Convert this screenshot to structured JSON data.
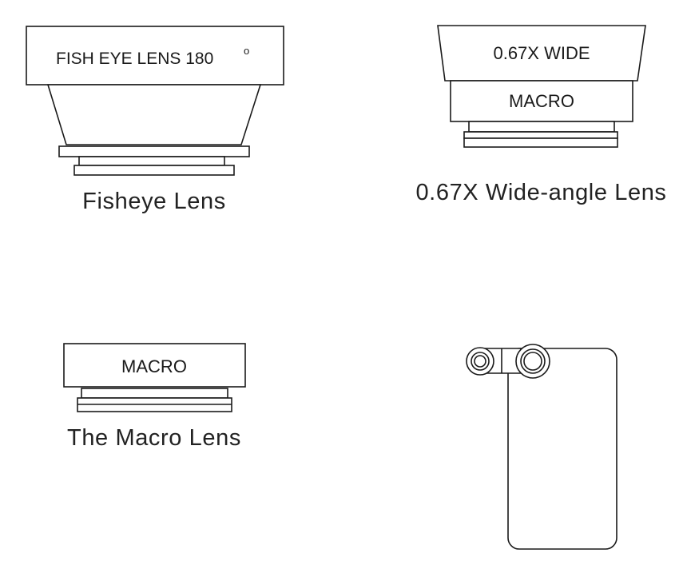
{
  "fisheye": {
    "body_label": "FISH EYE LENS 180",
    "degree_symbol": "o",
    "caption": "Fisheye Lens"
  },
  "wide_angle": {
    "top_label": "0.67X WIDE",
    "bottom_label": "MACRO",
    "caption": "0.67X Wide-angle Lens"
  },
  "macro": {
    "body_label": "MACRO",
    "caption": "The Macro Lens"
  },
  "phone_clip": {
    "icons": [
      "clip-icon",
      "lens-icon",
      "phone-icon"
    ]
  }
}
